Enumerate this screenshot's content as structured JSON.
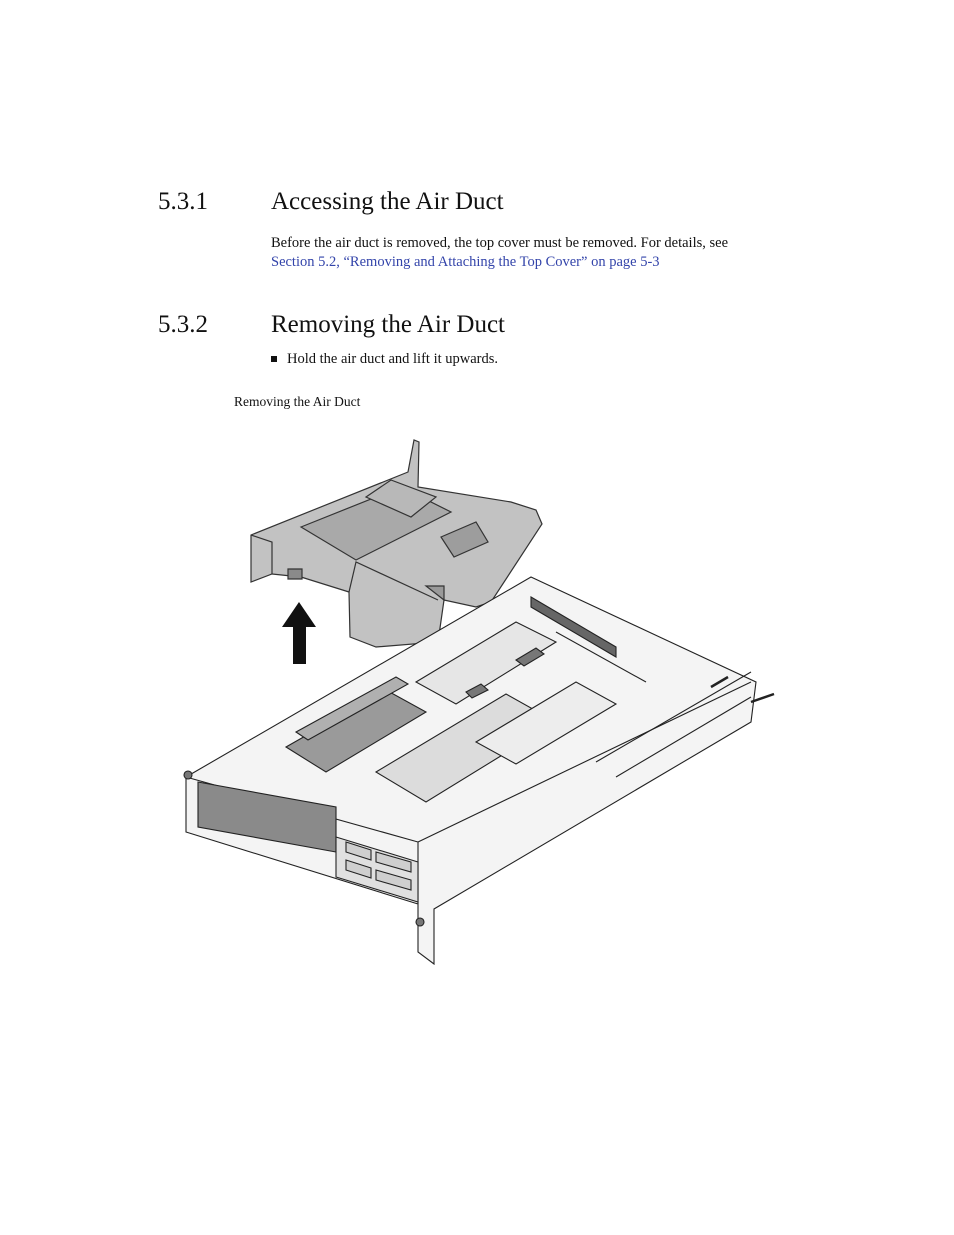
{
  "section1": {
    "number": "5.3.1",
    "title": "Accessing the Air Duct",
    "body": "Before the air duct is removed, the top cover must be removed. For details, see",
    "link": "Section 5.2, “Removing and Attaching the Top Cover” on page 5-3"
  },
  "section2": {
    "number": "5.3.2",
    "title": "Removing the Air Duct",
    "bullet": "Hold the air duct and lift it upwards."
  },
  "figure": {
    "caption": "Removing the Air Duct"
  }
}
